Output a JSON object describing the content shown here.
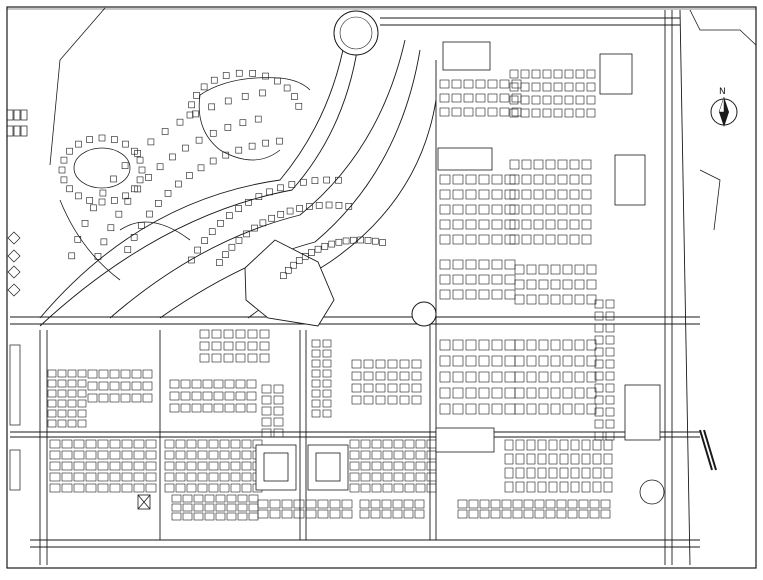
{
  "drawing": {
    "type": "urban master plan (site plan drawing)",
    "line_color": "#1a1a1a",
    "background_color": "#ffffff",
    "north_arrow_label": "N",
    "legible_text": [
      "N"
    ]
  },
  "features": {
    "north_arrow": "north-arrow-icon",
    "roundabouts": 2,
    "house_symbol": "house-icon"
  }
}
